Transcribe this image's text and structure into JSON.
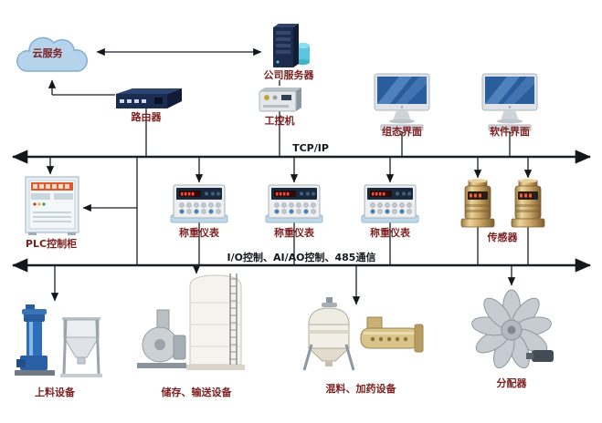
{
  "diagram": {
    "top_row": {
      "cloud": "云服务",
      "server": "公司服务器",
      "router": "路由器",
      "industrial_pc": "工控机",
      "config_ui": "组态界面",
      "software_ui": "软件界面"
    },
    "tcpip_bus": "TCP/IP",
    "device_row": {
      "plc_cabinet": "PLC控制柜",
      "weighing_indicator_1": "称重仪表",
      "weighing_indicator_2": "称重仪表",
      "weighing_indicator_3": "称重仪表",
      "sensors": "传感器"
    },
    "io_bus": "I/O控制、AI/AO控制、485通信",
    "equipment_row": {
      "feeding": "上料设备",
      "storage_conveying": "储存、输送设备",
      "mixing_dosing": "混料、加药设备",
      "distributor": "分配器"
    }
  }
}
